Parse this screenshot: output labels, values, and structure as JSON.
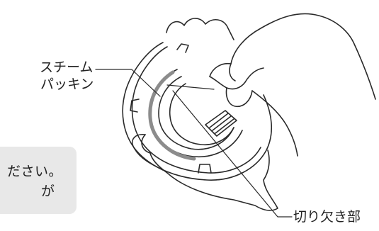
{
  "callout": {
    "line1": "ださい。",
    "line2": "が"
  },
  "labels": {
    "steam_packing_line1": "スチーム",
    "steam_packing_line2": "パッキン",
    "notch": "切り欠き部"
  }
}
